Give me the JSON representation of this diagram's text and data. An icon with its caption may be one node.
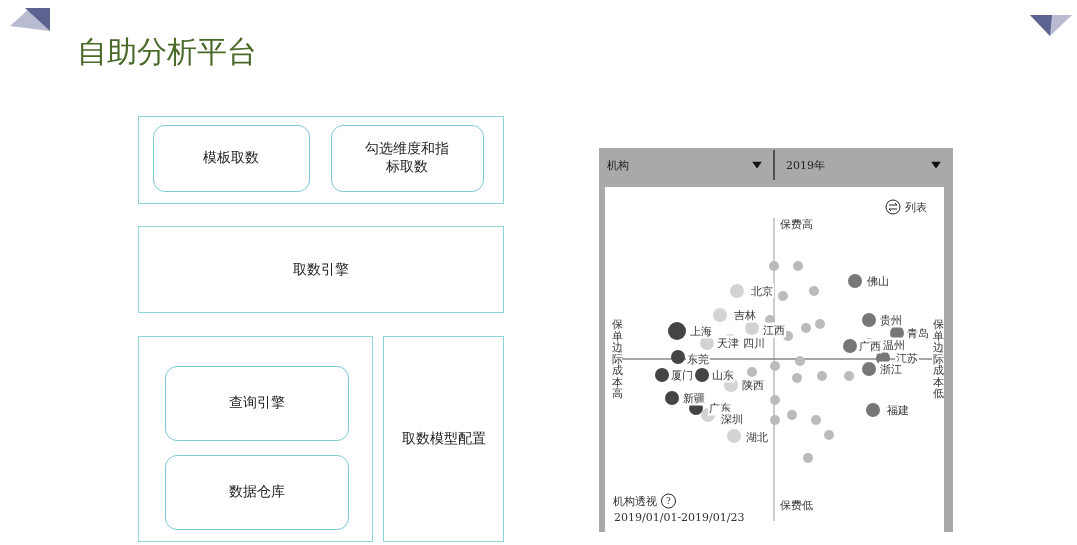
{
  "diagram": {
    "title": "自助分析平台",
    "nodes": [
      {
        "text": [],
        "shape": "box"
      },
      {
        "text": [
          "模板取数"
        ],
        "in": 0
      },
      {
        "text": [
          "勾选维度和指标取数"
        ],
        "in": 0
      },
      {
        "text": [
          "取数引擎"
        ]
      },
      {
        "text": [],
        "shape": "box"
      },
      {
        "text": [
          "查询引擎"
        ],
        "in": 4
      },
      {
        "text": [
          "数据仓库"
        ],
        "in": 4
      },
      {
        "text": [
          "取数模型配置"
        ]
      }
    ],
    "edges": [],
    "labels": [
      "机构",
      "2019年",
      "列表",
      "保费高",
      "佛山",
      "北京",
      "吉林",
      "贵州",
      "上海",
      "江西",
      "青岛",
      "保单边际成本高",
      "保单边际成本低",
      "天津",
      "四川",
      "广西",
      "温州",
      "东莞",
      "江苏",
      "厦门",
      "山东",
      "浙江",
      "陕西",
      "新疆",
      "广东",
      "福建",
      "深圳",
      "湖北",
      "机构透视",
      "?",
      "保费低",
      "2019/01/01-2019/01/23"
    ]
  }
}
